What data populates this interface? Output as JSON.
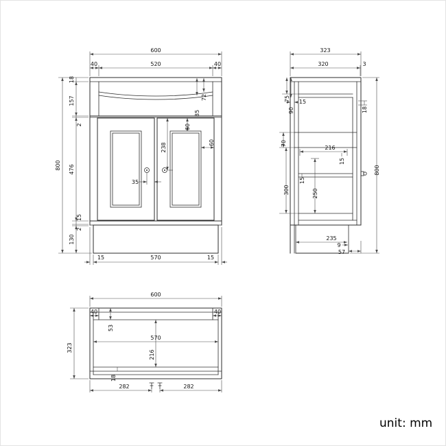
{
  "colors": {
    "background": "#ffffff",
    "line": "#2b2b2b",
    "dim_line": "#4a4a4a"
  },
  "unit_label": "unit: mm",
  "front_view": {
    "overall_width": "600",
    "top_left_offset": "40",
    "top_opening_width": "520",
    "top_right_offset": "40",
    "counter_thickness": "18",
    "apron_height": "157",
    "gap_top": "2",
    "door_height": "476",
    "bottom_gap": "15",
    "gap_bottom": "2",
    "plinth_height": "130",
    "overall_height": "800",
    "basin_depth_a": "72",
    "basin_depth_b": "85",
    "door_rail_a": "60",
    "door_rail_b": "60",
    "handle_drop": "238",
    "handle_inset": "35",
    "plinth_inset_left": "15",
    "plinth_width": "570",
    "plinth_inset_right": "15"
  },
  "side_view": {
    "overall_depth": "323",
    "body_depth": "320",
    "front_lip": "3",
    "top_dim_a": "75",
    "back_panel": "15",
    "top_dim_b": "90",
    "counter_edge": "18",
    "rail_height": "70",
    "rail_depth": "216",
    "shelf_gap": "15",
    "shelf_thickness": "15",
    "mid_height_a": "300",
    "mid_height_b": "250",
    "overall_height": "800",
    "plinth_depth": "235",
    "plinth_panel": "9",
    "toe_recess": "57"
  },
  "top_view": {
    "overall_width": "600",
    "left_offset": "40",
    "right_offset": "40",
    "back_rail_depth": "53",
    "inner_width": "570",
    "open_depth": "216",
    "overall_depth": "323",
    "front_edge": "18",
    "fixing_left": "282",
    "fixing_right": "282"
  }
}
